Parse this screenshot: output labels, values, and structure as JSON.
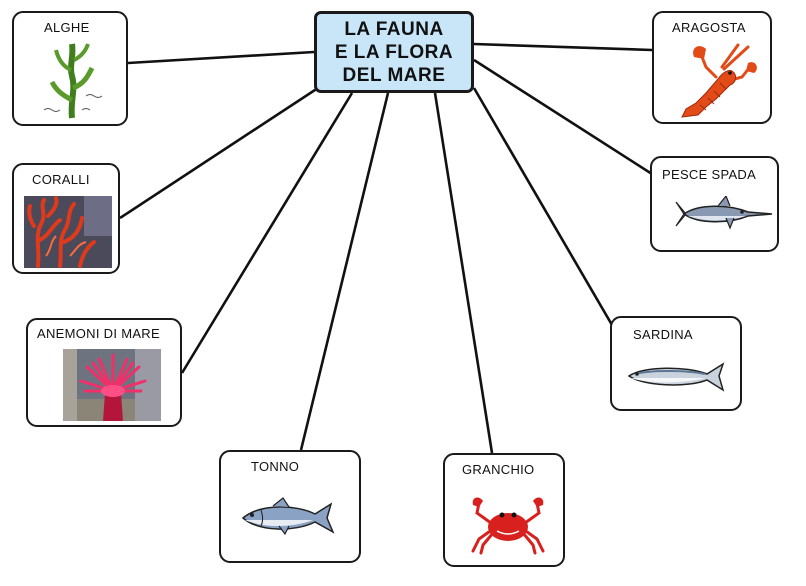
{
  "title": {
    "line1": "LA FAUNA",
    "line2": "E LA FLORA",
    "line3": "DEL MARE"
  },
  "nodes": {
    "alghe": "ALGHE",
    "coralli": "CORALLI",
    "anemoni": "ANEMONI  DI  MARE",
    "tonno": "TONNO",
    "granchio": "GRANCHIO",
    "sardina": "SARDINA",
    "pesce_spada": "PESCE  SPADA",
    "aragosta": "ARAGOSTA"
  },
  "colors": {
    "center_fill": "#c9e6f8",
    "border": "#1a1a1a",
    "coral": "#d8361f",
    "anemone": "#f0306a",
    "crab": "#d8201e",
    "lobster": "#e24a17",
    "seaweed": "#5a9a2a"
  },
  "icons": [
    "seaweed-icon",
    "coral-photo",
    "anemone-photo",
    "tuna-icon",
    "crab-icon",
    "sardine-icon",
    "swordfish-icon",
    "lobster-icon"
  ]
}
